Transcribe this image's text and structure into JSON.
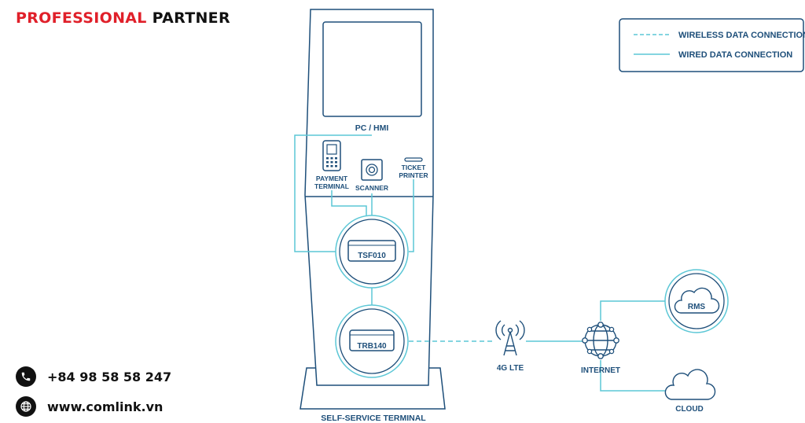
{
  "brand": {
    "part1": "PROFESSIONAL",
    "part2": "PARTNER"
  },
  "contact": {
    "phone": "+84 98 58 58 247",
    "website": "www.comlink.vn",
    "phone_icon": "phone-icon",
    "web_icon": "globe-icon"
  },
  "legend": {
    "wireless": "WIRELESS DATA CONNECTION",
    "wired": "WIRED DATA CONNECTION"
  },
  "kiosk": {
    "screen_label": "PC / HMI",
    "payment_label_1": "PAYMENT",
    "payment_label_2": "TERMINAL",
    "scanner_label": "SCANNER",
    "printer_label_1": "TICKET",
    "printer_label_2": "PRINTER",
    "tsf_label": "TSF010",
    "trb_label": "TRB140",
    "base_label": "SELF-SERVICE TERMINAL"
  },
  "network": {
    "lte_label": "4G LTE",
    "internet_label": "INTERNET",
    "rms_label": "RMS",
    "cloud_label": "CLOUD"
  },
  "colors": {
    "line": "#1e4f7a",
    "accent": "#5cc7d6",
    "brand_red": "#e0202a"
  }
}
